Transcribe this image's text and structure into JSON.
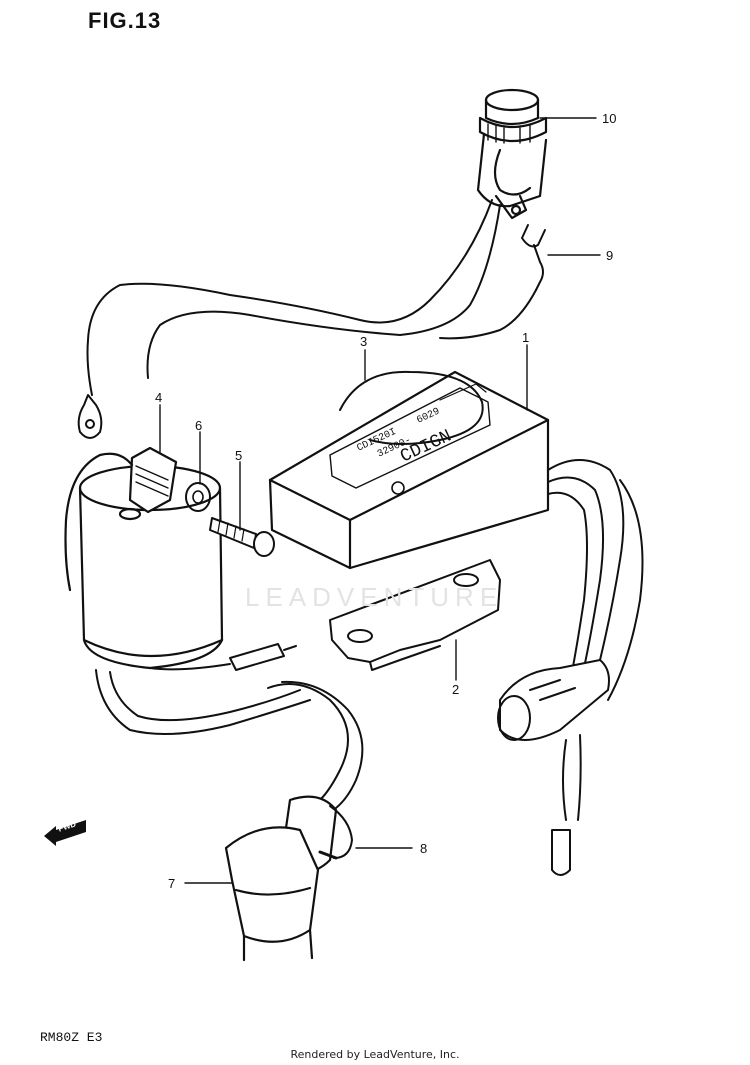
{
  "figure": {
    "title": "FIG.13",
    "model_code": "RM80Z E3",
    "watermark": "LEADVENTURE",
    "credit": "Rendered by LeadVenture, Inc.",
    "front_marker": "FWD"
  },
  "cdi_label": {
    "line1": "CDI520I",
    "line2": "32900-",
    "line3": "CDIGN",
    "code": "6029"
  },
  "callouts": [
    {
      "number": "1",
      "part": "cdi-unit"
    },
    {
      "number": "2",
      "part": "cdi-mounting-bracket"
    },
    {
      "number": "3",
      "part": "cdi-wire"
    },
    {
      "number": "4",
      "part": "ignition-coil"
    },
    {
      "number": "5",
      "part": "bolt"
    },
    {
      "number": "6",
      "part": "washer"
    },
    {
      "number": "7",
      "part": "spark-plug-cap"
    },
    {
      "number": "8",
      "part": "ground-wire"
    },
    {
      "number": "9",
      "part": "terminal"
    },
    {
      "number": "10",
      "part": "kill-switch"
    }
  ]
}
